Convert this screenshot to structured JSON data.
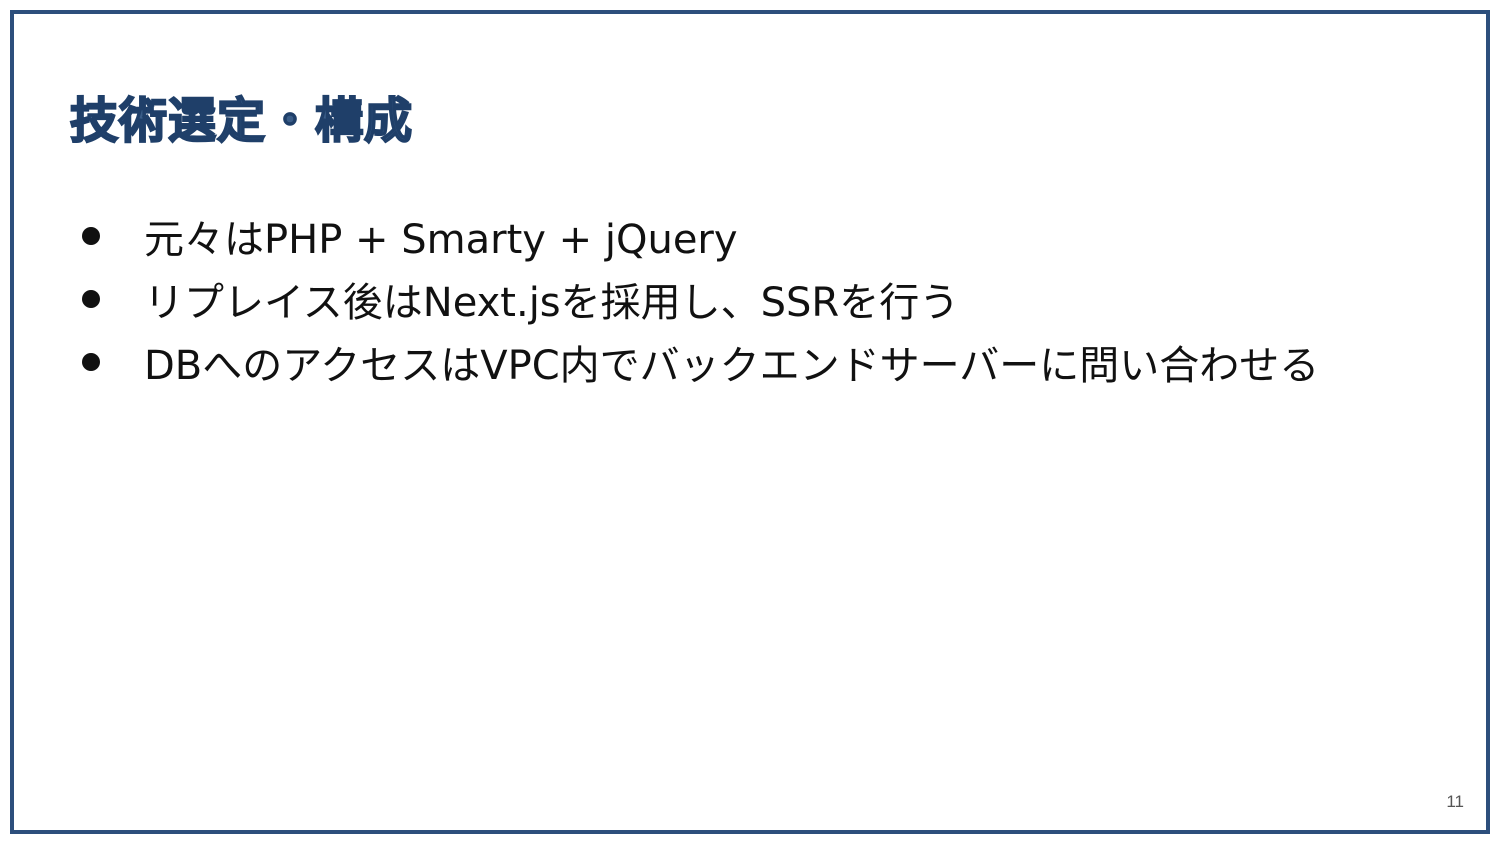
{
  "slide": {
    "title": "技術選定・構成",
    "bullets": [
      {
        "text": "元々はPHP + Smarty + jQuery"
      },
      {
        "text": "リプレイス後はNext.jsを採用し、SSRを行う"
      },
      {
        "text": "DBへのアクセスはVPC内でバックエンドサーバーに問い合わせる"
      }
    ],
    "page_number": "11"
  },
  "colors": {
    "border": "#2d4f7c",
    "title": "#3a5d88",
    "text": "#111111",
    "background": "#ffffff"
  }
}
